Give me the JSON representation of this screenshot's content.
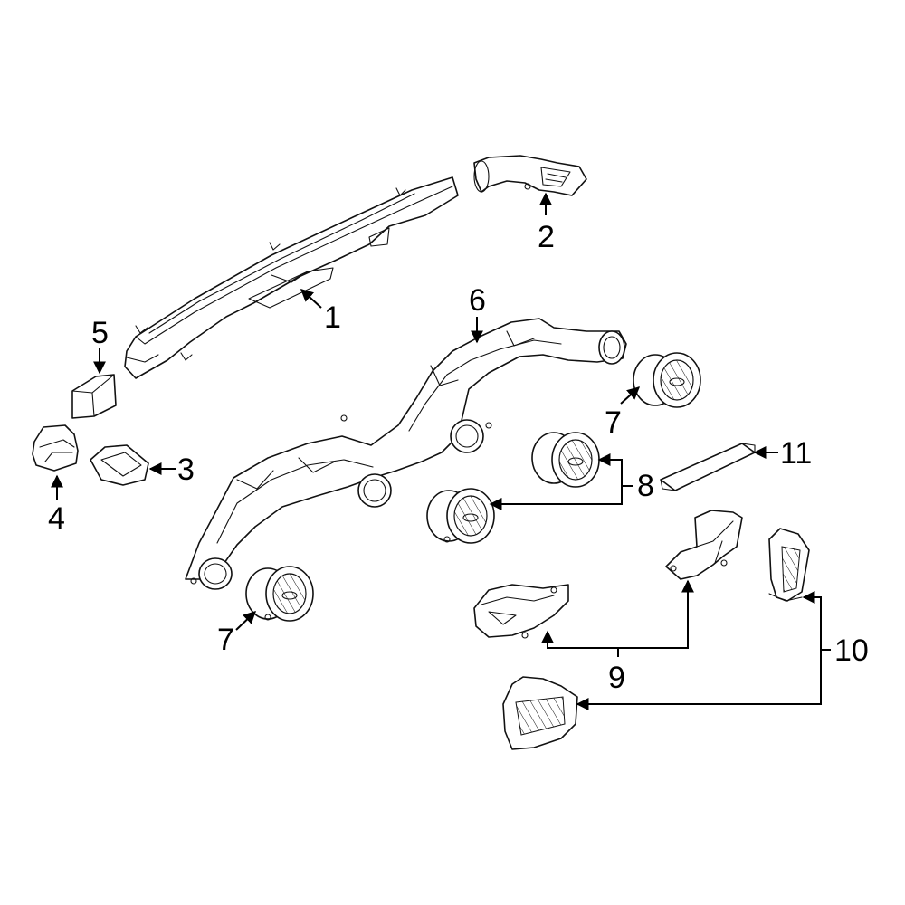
{
  "diagram": {
    "highlight_color": "#3344bb",
    "highlighted_part": "4",
    "callouts": [
      {
        "id": "c1",
        "label": "1"
      },
      {
        "id": "c2",
        "label": "2"
      },
      {
        "id": "c3",
        "label": "3"
      },
      {
        "id": "c4",
        "label": "4"
      },
      {
        "id": "c5",
        "label": "5"
      },
      {
        "id": "c6",
        "label": "6"
      },
      {
        "id": "c7a",
        "label": "7"
      },
      {
        "id": "c7b",
        "label": "7"
      },
      {
        "id": "c8",
        "label": "8"
      },
      {
        "id": "c9",
        "label": "9"
      },
      {
        "id": "c10",
        "label": "10"
      },
      {
        "id": "c11",
        "label": "11"
      }
    ]
  }
}
